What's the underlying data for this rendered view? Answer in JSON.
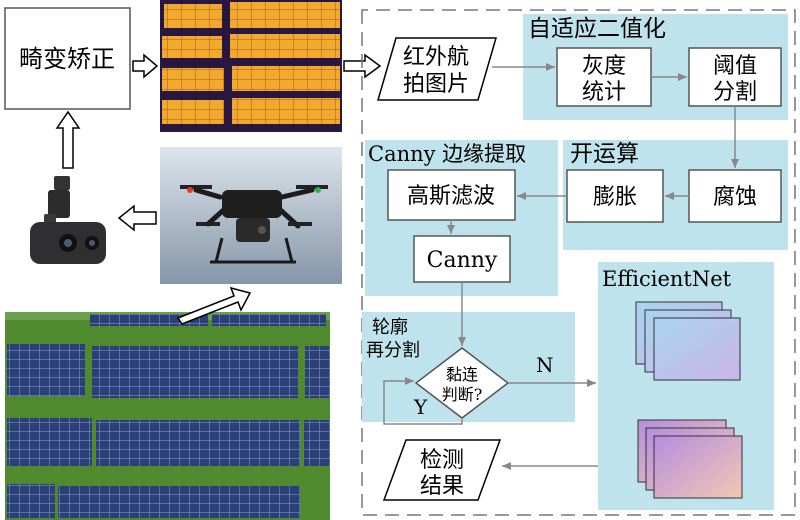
{
  "left": {
    "distortion_label": "畸变矫正"
  },
  "pipeline": {
    "infrared_line1": "红外航",
    "infrared_line2": "拍图片",
    "adaptive_title": "自适应二值化",
    "gray_line1": "灰度",
    "gray_line2": "统计",
    "threshold_line1": "阈值",
    "threshold_line2": "分割",
    "opening_title": "开运算",
    "erosion": "腐蚀",
    "dilation": "膨胀",
    "canny_title": "Canny 边缘提取",
    "gaussian": "高斯滤波",
    "canny_box": "Canny",
    "contour_line1": "轮廓",
    "contour_line2": "再分割",
    "decision_line1": "黏连",
    "decision_line2": "判断?",
    "yes": "Y",
    "no": "N",
    "efficientnet": "EfficientNet",
    "result_line1": "检测",
    "result_line2": "结果"
  },
  "colors": {
    "panel_blue": "#bfe3ec",
    "box_border": "#555555",
    "arrow_gray": "#888888",
    "dash_border": "#777777",
    "thermal_orange": "#f2a92e",
    "thermal_dark": "#2a1740",
    "pv_blue": "#2b3f78",
    "grass_green": "#4f8a2e"
  }
}
